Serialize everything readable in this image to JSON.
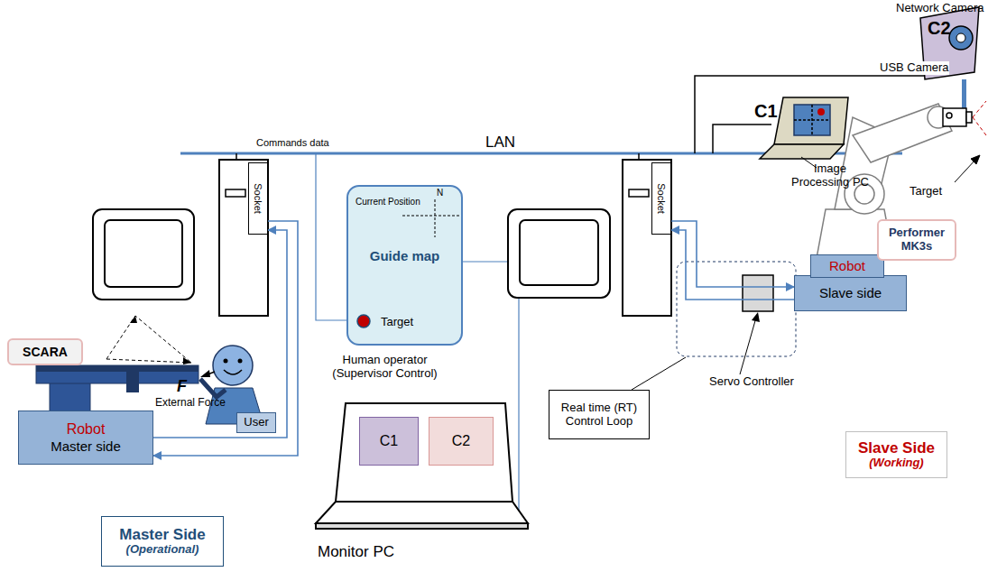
{
  "diagram": {
    "nodes": [
      {
        "text": [
          "SCARA"
        ]
      },
      {
        "text": [
          "Robot",
          "Master side"
        ]
      },
      {
        "text": [
          "Socket"
        ]
      },
      {
        "text": [
          "Current Position",
          "N",
          "Guide map",
          "Target"
        ]
      },
      {
        "text": [
          "User"
        ]
      },
      {
        "text": [
          "C1"
        ]
      },
      {
        "text": [
          "C2"
        ]
      },
      {
        "text": [
          "Master Side",
          "(Operational)"
        ]
      },
      {
        "text": [
          "Socket"
        ]
      },
      {
        "text": [
          "Real time (RT) Control Loop"
        ]
      },
      {
        "text": [
          "Slave side"
        ]
      },
      {
        "text": [
          "Robot"
        ]
      },
      {
        "text": [
          "Performer MK3s"
        ]
      },
      {
        "text": [
          "Slave Side",
          "(Working)"
        ]
      }
    ],
    "edges": [
      {
        "from": 1,
        "to": 2,
        "arrow": "to"
      },
      {
        "from": 2,
        "to": 1,
        "arrow": "to"
      },
      {
        "from": 8,
        "to": 10,
        "arrow": "to"
      },
      {
        "from": 10,
        "to": 8,
        "arrow": "to"
      }
    ],
    "labels": [
      "Network Camera",
      "C2",
      "USB Camera",
      "C1",
      "LAN",
      "Commands data",
      "Image Processing PC",
      "Target",
      "Human operator (Supervisor Control)",
      "F",
      "External Force",
      "Servo Controller",
      "Monitor PC"
    ]
  }
}
